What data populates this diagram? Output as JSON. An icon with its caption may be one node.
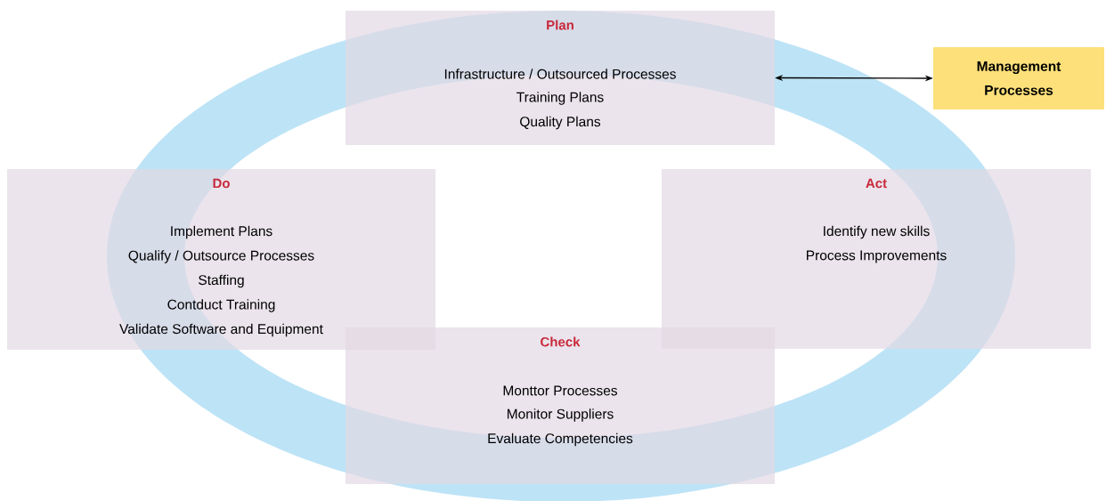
{
  "diagram": {
    "nodes": [
      {
        "text": [
          "Plan",
          "Infrastructure / Outsourced Processes",
          "Training Plans",
          "Quality Plans"
        ]
      },
      {
        "text": [
          "Do",
          "Implement Plans",
          "Qualify / Outsource Processes",
          "Staffing",
          "Contduct Training",
          "Validate Software and Equipment"
        ]
      },
      {
        "text": [
          "Act",
          "Identify new skills",
          "Process Improvements"
        ]
      },
      {
        "text": [
          "Check",
          "Monttor Processes",
          "Monitor Suppliers",
          "Evaluate Competencies"
        ]
      },
      {
        "text": [
          "Management Processes"
        ]
      }
    ],
    "edges": [
      {
        "from": 0,
        "to": 4,
        "arrow": "both"
      }
    ]
  }
}
